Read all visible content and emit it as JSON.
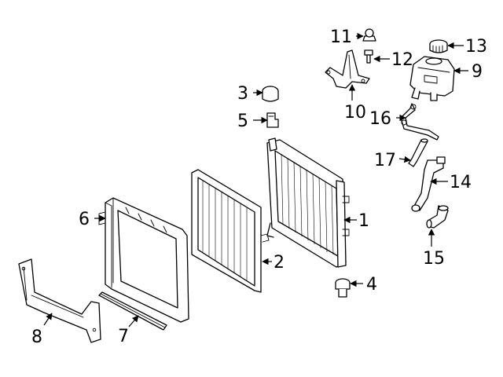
{
  "diagram": {
    "background": "#ffffff",
    "ink": "#000000",
    "callouts": {
      "c1": "1",
      "c2": "2",
      "c3": "3",
      "c4": "4",
      "c5": "5",
      "c6": "6",
      "c7": "7",
      "c8": "8",
      "c9": "9",
      "c10": "10",
      "c11": "11",
      "c12": "12",
      "c13": "13",
      "c14": "14",
      "c15": "15",
      "c16": "16",
      "c17": "17"
    }
  }
}
